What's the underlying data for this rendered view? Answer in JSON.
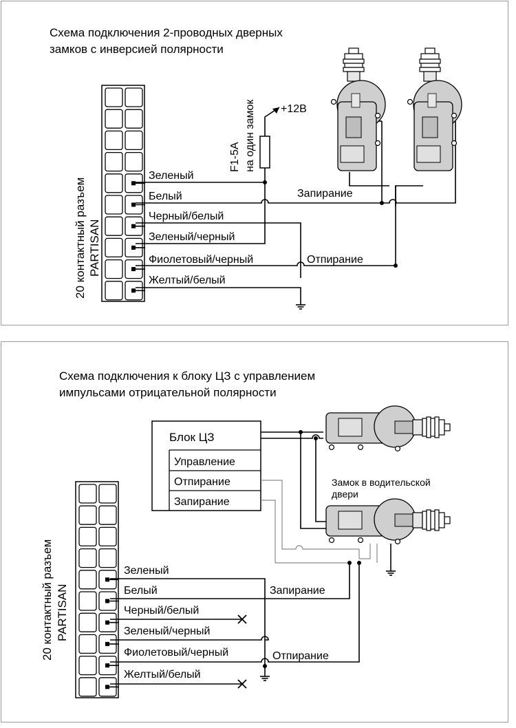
{
  "top": {
    "title_line1": "Схема подключения 2-проводных дверных",
    "title_line2": "замков с  инверсией полярности",
    "connector_label_line1": "20 контактный разъем",
    "connector_label_line2": "PARTISAN",
    "fuse_label_line1": "F1-5A",
    "fuse_label_line2": "на один замок",
    "power_label": "+12В",
    "wires": [
      "Зеленый",
      "Белый",
      "Черный/белый",
      "Зеленый/черный",
      "Фиолетовый/черный",
      "Желтый/белый"
    ],
    "lock_label": "Запирание",
    "unlock_label": "Отпирание"
  },
  "bottom": {
    "title_line1": "Схема подключения к блоку ЦЗ с  управлением",
    "title_line2": "импульсами  отрицательной полярности",
    "connector_label_line1": "20 контактный разъем",
    "connector_label_line2": "PARTISAN",
    "unit_title": "Блок ЦЗ",
    "unit_rows": [
      "Управление",
      "Отпирание",
      "Запирание"
    ],
    "driver_lock_line1": "Замок в водительской",
    "driver_lock_line2": "двери",
    "wires": [
      "Зеленый",
      "Белый",
      "Черный/белый",
      "Зеленый/черный",
      "Фиолетовый/черный",
      "Желтый/белый"
    ],
    "lock_label": "Запирание",
    "unlock_label": "Отпирание"
  }
}
